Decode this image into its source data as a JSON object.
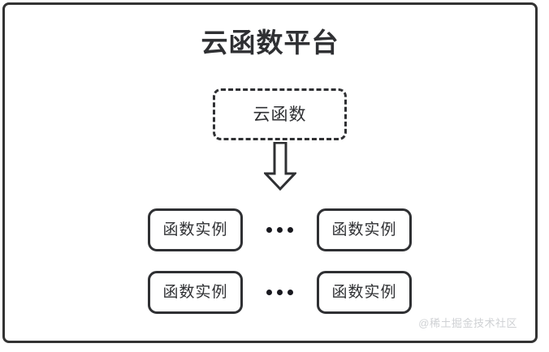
{
  "diagram": {
    "type": "architecture-block-diagram",
    "title": "云函数平台",
    "cloud_function": {
      "label": "云函数",
      "border_style": "dashed"
    },
    "arrow": {
      "direction": "down",
      "style": "hollow-block-arrow"
    },
    "instance_rows": [
      {
        "left": {
          "label": "函数实例"
        },
        "separator": "•••",
        "right": {
          "label": "函数实例"
        }
      },
      {
        "left": {
          "label": "函数实例"
        },
        "separator": "•••",
        "right": {
          "label": "函数实例"
        }
      }
    ],
    "watermark": "@稀土掘金技术社区",
    "colors": {
      "stroke": "#2f3033",
      "title": "#2f3033",
      "background": "#ffffff",
      "watermark": "#cfd1d4",
      "dot": "#19191f"
    }
  }
}
